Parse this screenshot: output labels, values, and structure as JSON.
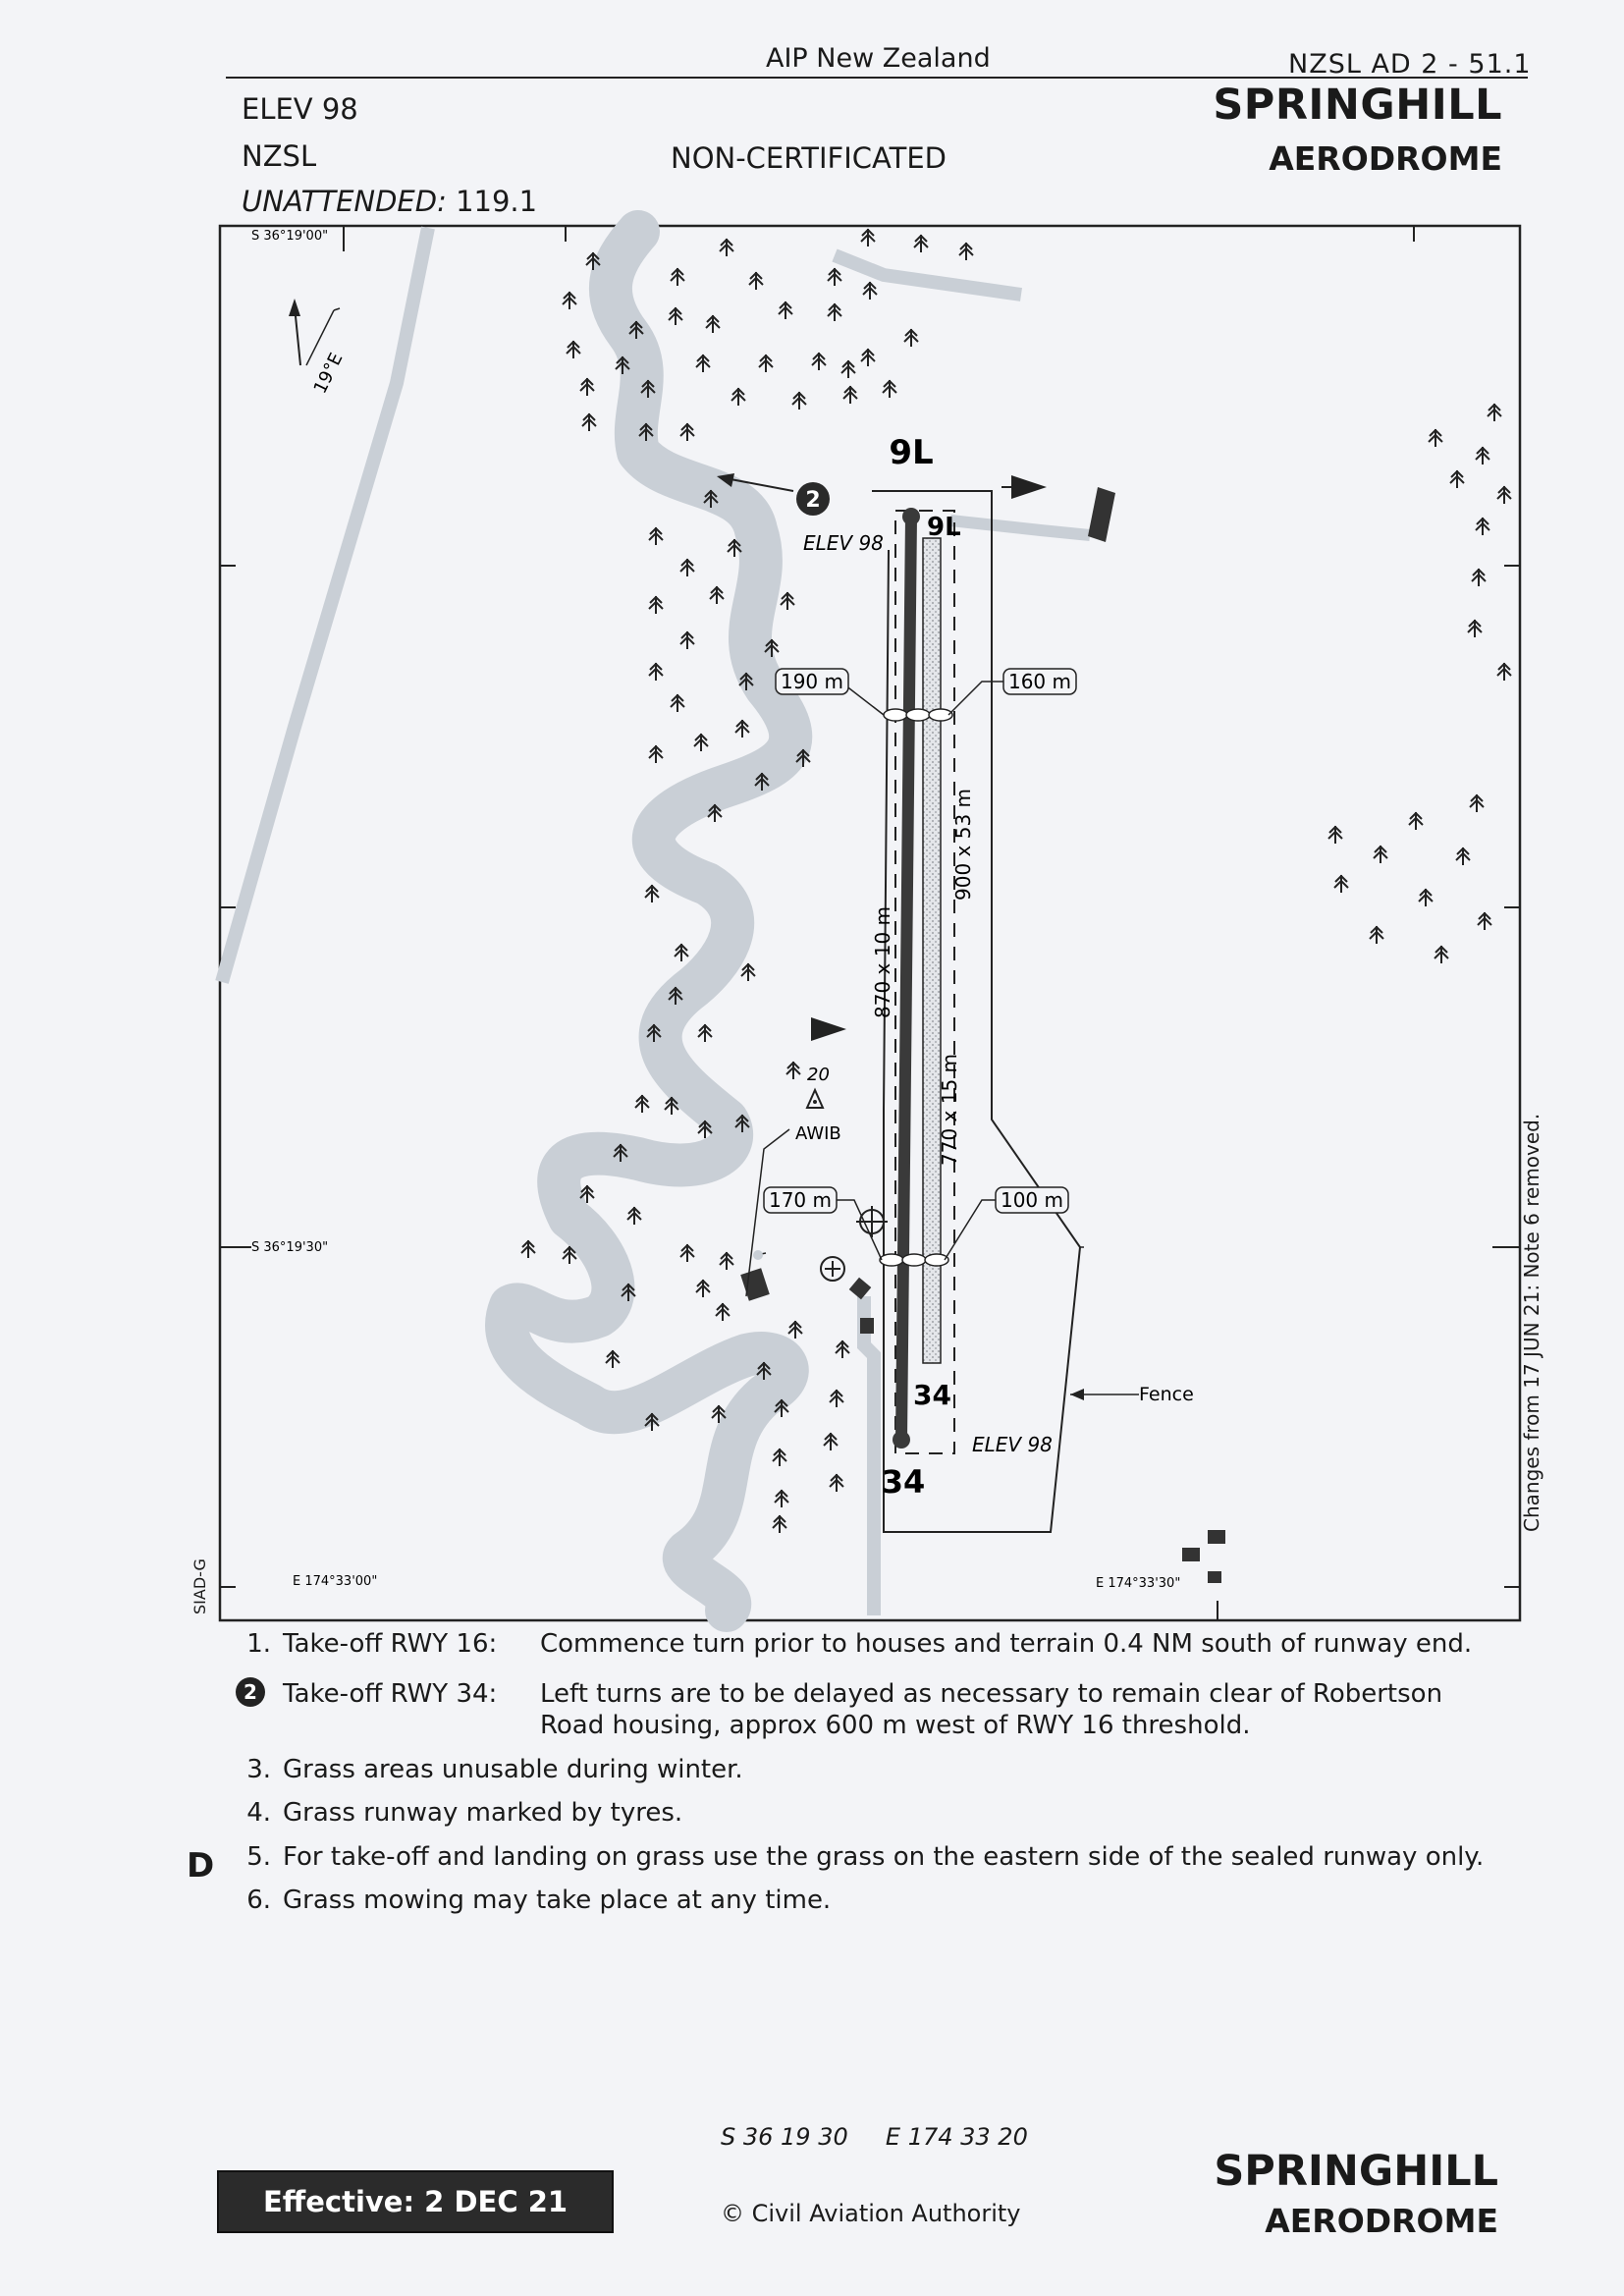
{
  "header": {
    "publication": "AIP New Zealand",
    "page_ref": "NZSL AD 2 - 51.1",
    "elevation": "ELEV 98",
    "icao": "NZSL",
    "certification": "NON-CERTIFICATED",
    "unattended_label": "UNATTENDED:",
    "unattended_freq": "119.1",
    "aerodrome_name": "SPRINGHILL",
    "aerodrome_type": "AERODROME"
  },
  "chart": {
    "coord_top_left": "S 36°19'00\"",
    "coord_mid_left": "S 36°19'30\"",
    "coord_bottom_left": "E 174°33'00\"",
    "coord_bottom_right": "E 174°33'30\"",
    "variation": "19°E",
    "rwy_top_label": "9L",
    "rwy_top_inner": "9L",
    "rwy_bottom_label": "34",
    "rwy_bottom_inner": "34",
    "elev_top": "ELEV 98",
    "elev_bottom": "ELEV 98",
    "dist_190": "190 m",
    "dist_160": "160 m",
    "dist_170": "170 m",
    "dist_100": "100 m",
    "dim_sealed": "870 x 10 m",
    "dim_grass_upper": "900 x 53 m",
    "dim_grass_lower": "770 x 15 m",
    "awib_label": "AWIB",
    "awib_height": "20",
    "fence_label": "Fence",
    "note2_marker": "2",
    "colors": {
      "river": "#c9cfd6",
      "sealed_rwy": "#3a3a3a",
      "frame": "#222222"
    }
  },
  "notes": [
    {
      "num": "1.",
      "label": "Take-off RWY 16:",
      "text": "Commence turn prior to houses and terrain 0.4 NM south of runway end."
    },
    {
      "num": "2",
      "label": "Take-off RWY 34:",
      "text": "Left turns are to be delayed as necessary to remain clear of Robertson Road housing, approx 600 m west of RWY 16 threshold."
    },
    {
      "num": "3.",
      "text": "Grass areas unusable during winter."
    },
    {
      "num": "4.",
      "text": "Grass runway marked by tyres."
    },
    {
      "num": "5.",
      "text": "For take-off and landing on grass use the grass on the eastern side of the sealed runway only."
    },
    {
      "num": "6.",
      "text": "Grass mowing may take place at any time."
    }
  ],
  "amendment_mark": "D",
  "side_note": "Changes from 17 JUN 21: Note 6 removed.",
  "siad": "SIAD-G",
  "footer": {
    "coords_s": "S 36 19 30",
    "coords_e": "E 174 33 20",
    "effective": "Effective: 2 DEC 21",
    "copyright": "© Civil Aviation Authority",
    "aerodrome_name": "SPRINGHILL",
    "aerodrome_type": "AERODROME"
  }
}
